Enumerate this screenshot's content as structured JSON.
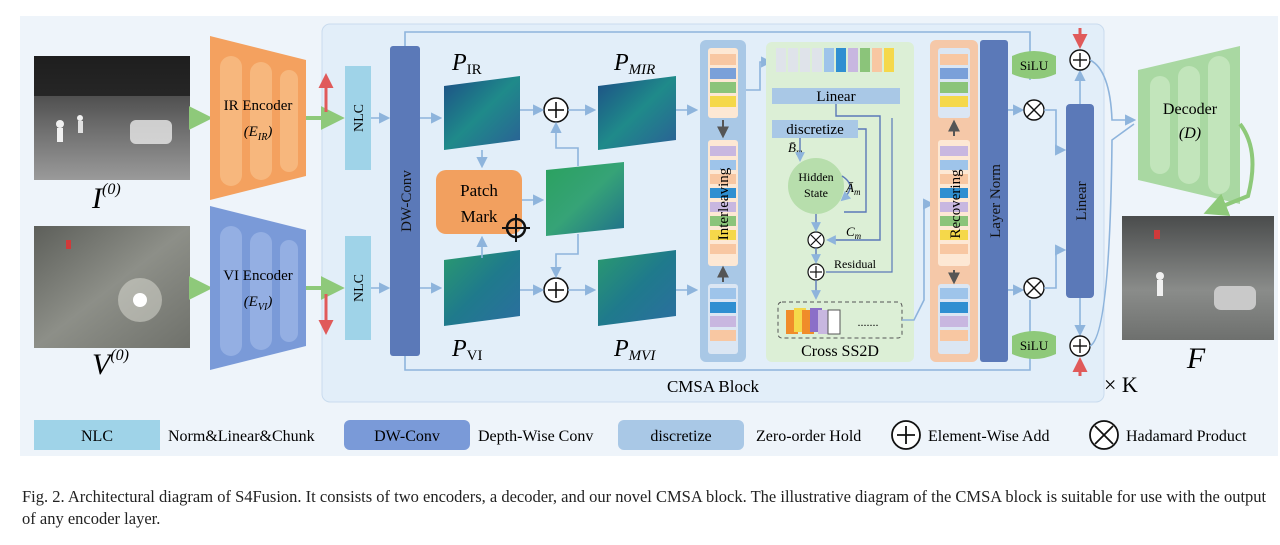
{
  "inputs": {
    "ir_image_label": "I",
    "ir_image_sup": "(0)",
    "vi_image_label": "V",
    "vi_image_sup": "(0)",
    "output_label": "F"
  },
  "encoders": {
    "ir_title": "IR Encoder",
    "ir_symbol": "(E",
    "ir_sub": "IR",
    "ir_close": ")",
    "vi_title": "VI Encoder",
    "vi_symbol": "(E",
    "vi_sub": "VI",
    "vi_close": ")"
  },
  "decoder": {
    "title": "Decoder",
    "symbol": "(D)"
  },
  "cmsa": {
    "nlc": "NLC",
    "dwconv": "DW-Conv",
    "p_ir": "P",
    "p_ir_sub": "IR",
    "p_vi": "P",
    "p_vi_sub": "VI",
    "p_mir": "P",
    "p_mir_sub": "MIR",
    "p_mvi": "P",
    "p_mvi_sub": "MVI",
    "patch_mark_line1": "Patch",
    "patch_mark_line2": "Mark",
    "interleaving": "Interleaving",
    "recovering": "Recovering",
    "layer_norm": "Layer Norm",
    "linear": "Linear",
    "silu": "SiLU",
    "block_label": "CMSA Block",
    "repeat": "× K"
  },
  "ss2d": {
    "linear": "Linear",
    "discretize": "discretize",
    "b_m": "B̄",
    "b_m_sub": "m",
    "a_m": "Ā",
    "a_m_sub": "m",
    "c_m": "C",
    "c_m_sub": "m",
    "hidden_line1": "Hidden",
    "hidden_line2": "State",
    "residual": "Residual",
    "dots": ".......",
    "title": "Cross SS2D"
  },
  "legend": {
    "nlc_box": "NLC",
    "nlc_desc": "Norm&Linear&Chunk",
    "dw_box": "DW-Conv",
    "dw_desc": "Depth-Wise Conv",
    "disc_box": "discretize",
    "disc_desc": "Zero-order Hold",
    "add_desc": "Element-Wise Add",
    "prod_desc": "Hadamard Product"
  },
  "caption": "Fig. 2.  Architectural diagram of S4Fusion. It consists of two encoders, a decoder, and our novel CMSA block. The illustrative diagram of the CMSA block is suitable for use with the output of any encoder layer.",
  "colors": {
    "panel_bg": "#eef4fa",
    "cmsa_bg": "#e2eef9",
    "nlc": "#9fd3e8",
    "dwconv": "#5b79b8",
    "ir_encoder": "#f4a15f",
    "vi_encoder": "#7a9ad8",
    "decoder": "#a9d8a2",
    "ss2d_bg": "#dcefd6",
    "patch_mark": "#f2a05f",
    "arrow": "#8eb4dc",
    "red_arrow": "#e05a5a",
    "green_arrow": "#8ec97a"
  }
}
